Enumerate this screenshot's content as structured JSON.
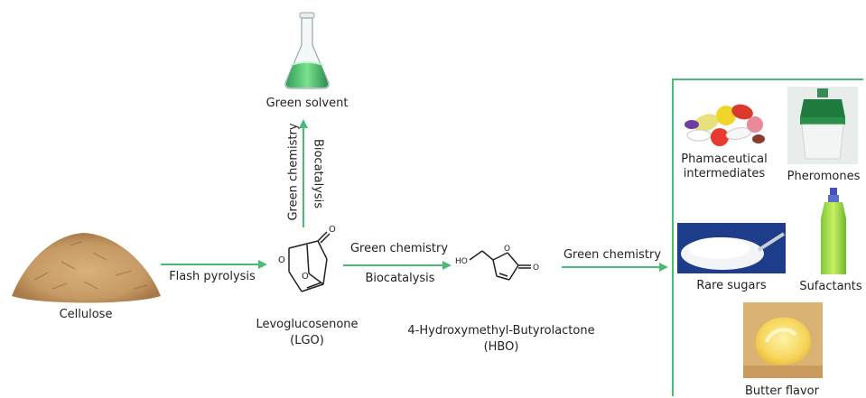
{
  "colors": {
    "arrow": "#4aba74",
    "panel_border": "#4aba74"
  },
  "labels": {
    "cellulose": "Cellulose",
    "flash_pyrolysis": "Flash pyrolysis",
    "lgo_name": "Levoglucosenone",
    "lgo_abbr": "(LGO)",
    "green_solvent": "Green solvent",
    "vertical_green_chemistry": "Green chemistry",
    "vertical_biocatalysis": "Biocatalysis",
    "mid_green_chemistry": "Green chemistry",
    "mid_biocatalysis": "Biocatalysis",
    "hbo_name": "4-Hydroxymethyl-Butyrolactone",
    "hbo_abbr": "(HBO)",
    "right_green_chemistry": "Green chemistry",
    "ho_label": "HO"
  },
  "products": {
    "pharma_line1": "Phamaceutical",
    "pharma_line2": "intermediates",
    "pheromones": "Pheromones",
    "rare_sugars": "Rare sugars",
    "surfactants": "Sufactants",
    "butter_flavor": "Butter flavor"
  }
}
